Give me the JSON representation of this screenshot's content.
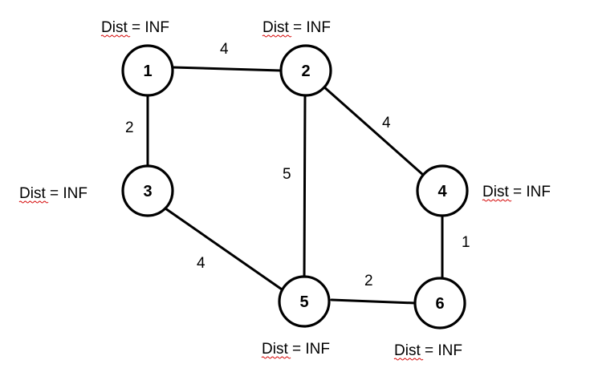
{
  "nodes": [
    {
      "id": "1",
      "label": "1",
      "dist_word": "Dist",
      "dist_rest": " = INF"
    },
    {
      "id": "2",
      "label": "2",
      "dist_word": "Dist",
      "dist_rest": " = INF"
    },
    {
      "id": "3",
      "label": "3",
      "dist_word": "Dist",
      "dist_rest": " = INF"
    },
    {
      "id": "4",
      "label": "4",
      "dist_word": "Dist",
      "dist_rest": " = INF"
    },
    {
      "id": "5",
      "label": "5",
      "dist_word": "Dist",
      "dist_rest": " = INF"
    },
    {
      "id": "6",
      "label": "6",
      "dist_word": "Dist",
      "dist_rest": " = INF"
    }
  ],
  "edges": [
    {
      "from": "1",
      "to": "2",
      "weight": "4"
    },
    {
      "from": "1",
      "to": "3",
      "weight": "2"
    },
    {
      "from": "2",
      "to": "4",
      "weight": "4"
    },
    {
      "from": "2",
      "to": "5",
      "weight": "5"
    },
    {
      "from": "3",
      "to": "5",
      "weight": "4"
    },
    {
      "from": "4",
      "to": "6",
      "weight": "1"
    },
    {
      "from": "5",
      "to": "6",
      "weight": "2"
    }
  ]
}
